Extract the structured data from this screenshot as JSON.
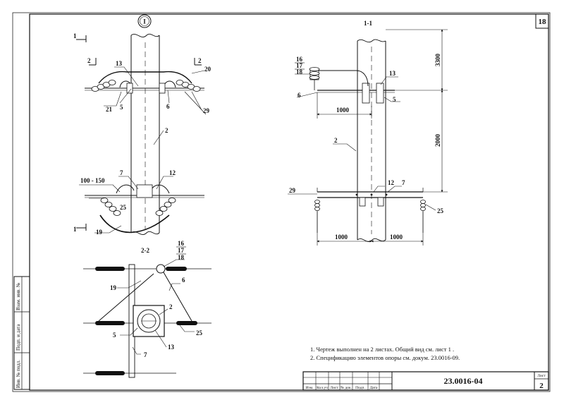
{
  "top_sheet_number": "18",
  "view_marker": "I",
  "section_1_title": "1-1",
  "section_2_title": "2-2",
  "cut_marks": {
    "cut1": "1",
    "cut2": "2"
  },
  "labels": {
    "l2": "2",
    "l5": "5",
    "l6": "6",
    "l7": "7",
    "l12": "12",
    "l13": "13",
    "l16": "16",
    "l17": "17",
    "l18": "18",
    "l19": "19",
    "l20": "20",
    "l21": "21",
    "l25": "25",
    "l29": "29"
  },
  "dimensions": {
    "d100_150": "100 - 150",
    "d1000": "1000",
    "d3300": "3300",
    "d2000": "2000"
  },
  "notes": [
    "1. Чертеж выполнен на 2 листах. Общий вид см. лист 1 .",
    "2. Спецификацию элементов опоры см. докум. 23.0016-09."
  ],
  "side_stamp": [
    "Взам. инв. №",
    "Подп. и дата",
    "Инв. № подл."
  ],
  "title_block": {
    "document_number": "23.0016-04",
    "sheet_label": "Лист",
    "sheet_number": "2",
    "columns": [
      "Изм.",
      "Кол.уч",
      "Лист",
      "№ док.",
      "Подп.",
      "Дата"
    ]
  }
}
